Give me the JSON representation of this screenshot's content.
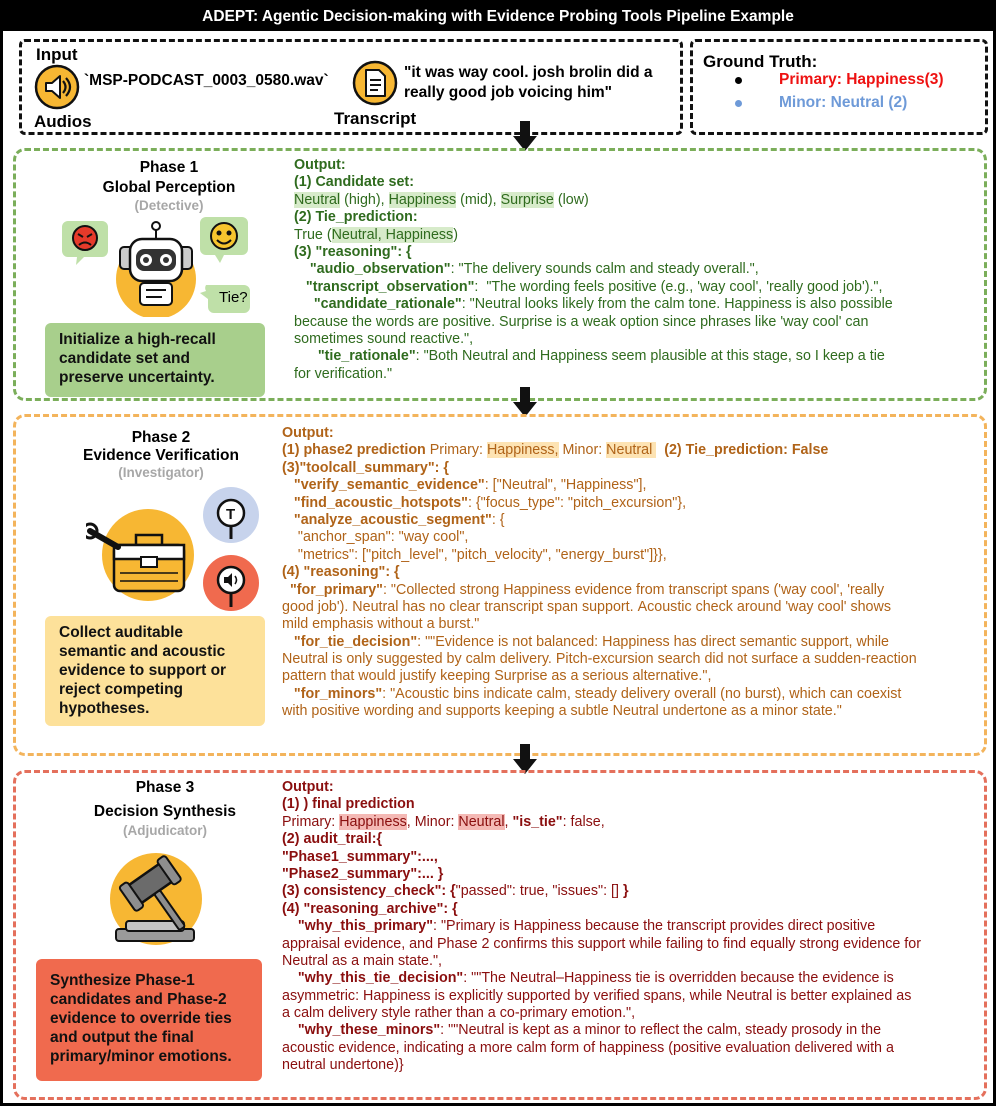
{
  "title": "ADEPT: Agentic Decision-making with Evidence Probing Tools Pipeline Example",
  "input": {
    "header": "Input",
    "audio_label": "Audios",
    "audio_file": "`MSP-PODCAST_0003_0580.wav`",
    "transcript_label": "Transcript",
    "transcript_line1": "\"it was way cool. josh brolin did a",
    "transcript_line2": "really good job voicing him\""
  },
  "ground_truth": {
    "header": "Ground Truth:",
    "primary": "Primary: Happiness(3)",
    "minor": "Minor: Neutral (2)",
    "primary_color": "#ee1111",
    "minor_color": "#6e9ad8"
  },
  "phase1": {
    "name": "Phase 1",
    "subtitle": "Global Perception",
    "role": "(Detective)",
    "bubble_text": "Tie?",
    "card_text": [
      "Initialize a high-recall",
      "candidate set and",
      "preserve uncertainty."
    ],
    "card_color": "#a8cf8c",
    "lines": [
      [
        {
          "t": "Output:",
          "b": true
        }
      ],
      [
        {
          "t": "(1) Candidate set:",
          "b": true
        }
      ],
      [
        {
          "t": "Neutral",
          "h": "g"
        },
        {
          "t": " (high), "
        },
        {
          "t": "Happiness",
          "h": "g"
        },
        {
          "t": " (mid), "
        },
        {
          "t": "Surprise",
          "h": "g"
        },
        {
          "t": " (low)"
        }
      ],
      [
        {
          "t": "(2) Tie_prediction:",
          "b": true
        }
      ],
      [
        {
          "t": "True ("
        },
        {
          "t": "Neutral, Happiness",
          "h": "g"
        },
        {
          "t": ")"
        }
      ],
      [
        {
          "t": "(3) \"reasoning\": {",
          "b": true
        }
      ],
      [
        {
          "t": "    \"audio_observation\"",
          "b": true
        },
        {
          "t": ": \"The delivery sounds calm and steady overall.\","
        }
      ],
      [
        {
          "t": "   \"transcript_observation\"",
          "b": true
        },
        {
          "t": ":  \"The wording feels positive (e.g., 'way cool', 'really good job').\","
        }
      ],
      [
        {
          "t": "     \"candidate_rationale\"",
          "b": true
        },
        {
          "t": ": \"Neutral looks likely from the calm tone. Happiness is also possible"
        }
      ],
      [
        {
          "t": "because the words are positive. Surprise is a weak option since phrases like 'way cool' can"
        }
      ],
      [
        {
          "t": "sometimes sound reactive.\","
        }
      ],
      [
        {
          "t": "      \"tie_rationale\"",
          "b": true
        },
        {
          "t": ": \"Both Neutral and Happiness seem plausible at this stage, so I keep a tie"
        }
      ],
      [
        {
          "t": "for verification.\""
        }
      ]
    ]
  },
  "phase2": {
    "name": "Phase 2",
    "subtitle": "Evidence Verification",
    "role": "(Investigator)",
    "card_text": [
      "Collect auditable",
      "semantic and acoustic",
      "evidence to support or",
      "reject competing",
      "hypotheses."
    ],
    "card_color": "#fde19a",
    "lines": [
      [
        {
          "t": "Output:",
          "b": true
        }
      ],
      [
        {
          "t": "(1) phase2 prediction",
          "b": true
        },
        {
          "t": " Primary: "
        },
        {
          "t": "Happiness,",
          "h": "o"
        },
        {
          "t": " Minor: "
        },
        {
          "t": "Neutral ",
          "h": "o"
        },
        {
          "t": "  "
        },
        {
          "t": "(2) Tie_prediction: False",
          "b": true
        }
      ],
      [
        {
          "t": "(3)\"toolcall_summary\": {",
          "b": true
        }
      ],
      [
        {
          "t": "   \"verify_semantic_evidence\"",
          "b": true
        },
        {
          "t": ": [\"Neutral\", \"Happiness\"],"
        }
      ],
      [
        {
          "t": "   \"find_acoustic_hotspots\"",
          "b": true
        },
        {
          "t": ": {\"focus_type\": \"pitch_excursion\"},"
        }
      ],
      [
        {
          "t": "   \"analyze_acoustic_segment\"",
          "b": true
        },
        {
          "t": ": {"
        }
      ],
      [
        {
          "t": "    \"anchor_span\": \"way cool\","
        }
      ],
      [
        {
          "t": "    \"metrics\": [\"pitch_level\", \"pitch_velocity\", \"energy_burst\"]}},"
        }
      ],
      [
        {
          "t": "(4) \"reasoning\": {",
          "b": true
        }
      ],
      [
        {
          "t": "  \"for_primary\"",
          "b": true
        },
        {
          "t": ": \"Collected strong Happiness evidence from transcript spans ('way cool', 'really"
        }
      ],
      [
        {
          "t": "good job'). Neutral has no clear transcript span support. Acoustic check around 'way cool' shows"
        }
      ],
      [
        {
          "t": "mild emphasis without a burst.\""
        }
      ],
      [
        {
          "t": "   \"for_tie_decision\"",
          "b": true
        },
        {
          "t": ": \"\"Evidence is not balanced: Happiness has direct semantic support, while"
        }
      ],
      [
        {
          "t": "Neutral is only suggested by calm delivery. Pitch-excursion search did not surface a sudden-reaction"
        }
      ],
      [
        {
          "t": "pattern that would justify keeping Surprise as a serious alternative.\","
        }
      ],
      [
        {
          "t": "   \"for_minors\"",
          "b": true
        },
        {
          "t": ": \"Acoustic bins indicate calm, steady delivery overall (no burst), which can coexist"
        }
      ],
      [
        {
          "t": "with positive wording and supports keeping a subtle Neutral undertone as a minor state.\""
        }
      ]
    ]
  },
  "phase3": {
    "name": "Phase 3",
    "subtitle": "Decision Synthesis",
    "role": "(Adjudicator)",
    "card_text": [
      "Synthesize Phase-1",
      "candidates and Phase-2",
      "evidence to override ties",
      "and output the final",
      "primary/minor emotions."
    ],
    "card_color": "#f06a4e",
    "lines": [
      [
        {
          "t": "Output:",
          "b": true
        }
      ],
      [
        {
          "t": "(1) ) final prediction",
          "b": true
        }
      ],
      [
        {
          "t": "Primary: "
        },
        {
          "t": "Happiness",
          "h": "r"
        },
        {
          "t": ", Minor: "
        },
        {
          "t": "Neutral",
          "h": "r"
        },
        {
          "t": ", "
        },
        {
          "t": "\"is_tie\"",
          "b": true
        },
        {
          "t": ": false,"
        }
      ],
      [
        {
          "t": "(2) audit_trail:{",
          "b": true
        }
      ],
      [
        {
          "t": "\"Phase1_summary\":...,",
          "b": true
        }
      ],
      [
        {
          "t": "\"Phase2_summary\":... }",
          "b": true
        }
      ],
      [
        {
          "t": "(3) consistency_check\": {",
          "b": true
        },
        {
          "t": "\"passed\": true, \"issues\": [] "
        },
        {
          "t": "}",
          "b": true
        }
      ],
      [
        {
          "t": "(4) \"reasoning_archive\": {",
          "b": true
        }
      ],
      [
        {
          "t": "    \"why_this_primary\"",
          "b": true
        },
        {
          "t": ": \"Primary is Happiness because the transcript provides direct positive"
        }
      ],
      [
        {
          "t": "appraisal evidence, and Phase 2 confirms this support while failing to find equally strong evidence for"
        }
      ],
      [
        {
          "t": "Neutral as a main state.\","
        }
      ],
      [
        {
          "t": "    \"why_this_tie_decision\"",
          "b": true
        },
        {
          "t": ": \"\"The Neutral–Happiness tie is overridden because the evidence is"
        }
      ],
      [
        {
          "t": "asymmetric: Happiness is explicitly supported by verified spans, while Neutral is better explained as"
        }
      ],
      [
        {
          "t": "a calm delivery style rather than a co-primary emotion.\","
        }
      ],
      [
        {
          "t": "    \"why_these_minors\"",
          "b": true
        },
        {
          "t": ": \"\"Neutral is kept as a minor to reflect the calm, steady prosody in the"
        }
      ],
      [
        {
          "t": "acoustic evidence, indicating a more calm form of happiness (positive evaluation delivered with a"
        }
      ],
      [
        {
          "t": "neutral undertone)}"
        }
      ]
    ]
  }
}
